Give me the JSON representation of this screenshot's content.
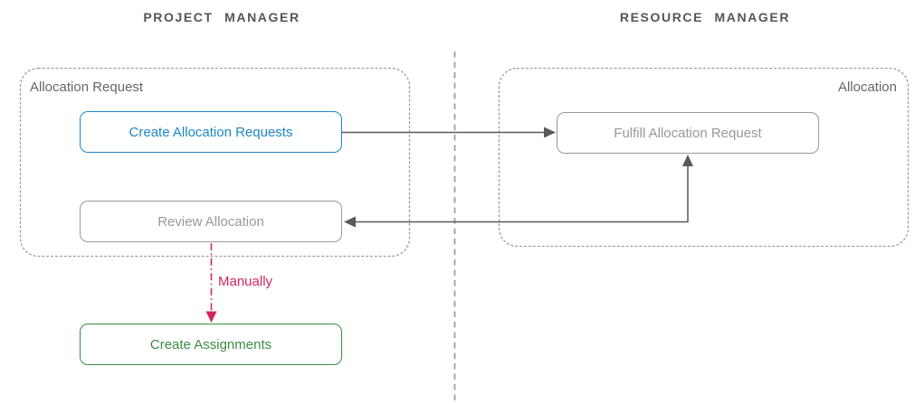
{
  "colors": {
    "blue": "#1E87C5",
    "green": "#3C8C40",
    "pink": "#D3265F",
    "node_gray": "#999999",
    "arrow_gray": "#595959",
    "outline_gray": "#9B9B9B",
    "label_gray": "#666666",
    "header_gray": "#555555"
  },
  "lanes": {
    "left": {
      "title": "PROJECT MANAGER"
    },
    "right": {
      "title": "RESOURCE MANAGER"
    }
  },
  "groups": {
    "allocation_request": {
      "label": "Allocation Request"
    },
    "allocation": {
      "label": "Allocation"
    }
  },
  "nodes": {
    "create_allocation_requests": {
      "label": "Create Allocation Requests",
      "color": "blue"
    },
    "fulfill_allocation_request": {
      "label": "Fulfill Allocation Request",
      "color": "gray"
    },
    "review_allocation": {
      "label": "Review Allocation",
      "color": "gray"
    },
    "create_assignments": {
      "label": "Create Assignments",
      "color": "green"
    }
  },
  "edges": [
    {
      "from": "create_allocation_requests",
      "to": "fulfill_allocation_request",
      "style": "solid",
      "arrowheads": "end",
      "label": ""
    },
    {
      "from": "fulfill_allocation_request",
      "to": "review_allocation",
      "style": "solid",
      "arrowheads": "both",
      "label": ""
    },
    {
      "from": "review_allocation",
      "to": "create_assignments",
      "style": "dash-dot",
      "arrowheads": "end",
      "label": "Manually"
    }
  ]
}
